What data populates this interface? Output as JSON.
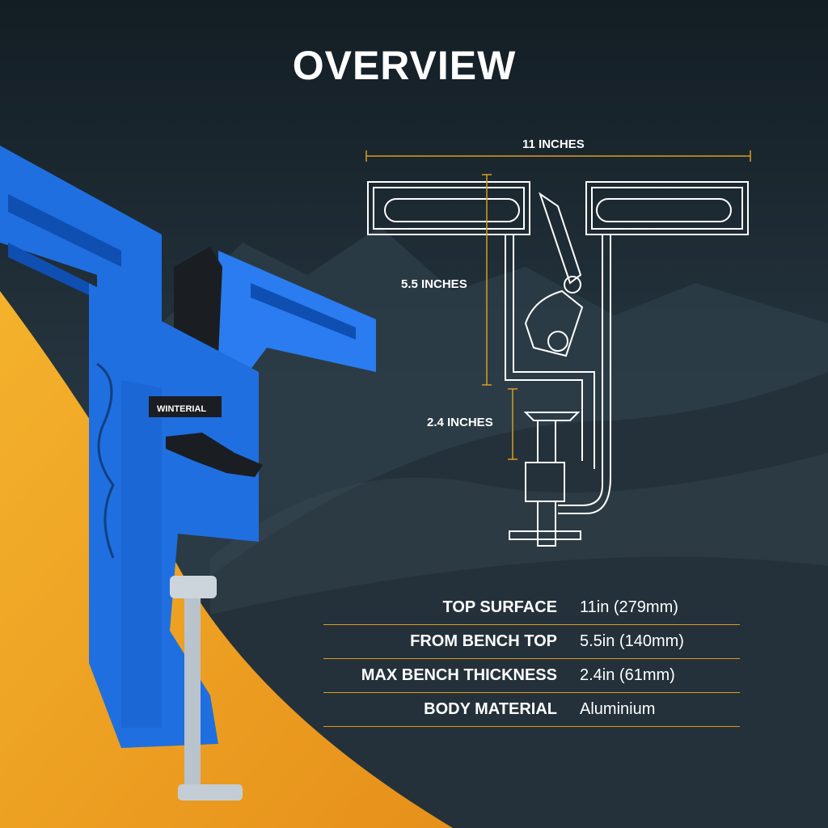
{
  "title": "OVERVIEW",
  "brand": "WINTERIAL",
  "dimensions": {
    "width": "11 INCHES",
    "height": "5.5 INCHES",
    "clamp": "2.4 INCHES"
  },
  "specs": [
    {
      "label": "TOP SURFACE",
      "value": "11in (279mm)"
    },
    {
      "label": "FROM BENCH TOP",
      "value": "5.5in (140mm)"
    },
    {
      "label": "MAX BENCH THICKNESS",
      "value": "2.4in (61mm)"
    },
    {
      "label": "BODY MATERIAL",
      "value": "Aluminium"
    }
  ],
  "colors": {
    "background": "#1b252d",
    "accent_orange": "#f0a323",
    "product_blue": "#1f6fe0",
    "rule_gold": "#d99c1f"
  }
}
